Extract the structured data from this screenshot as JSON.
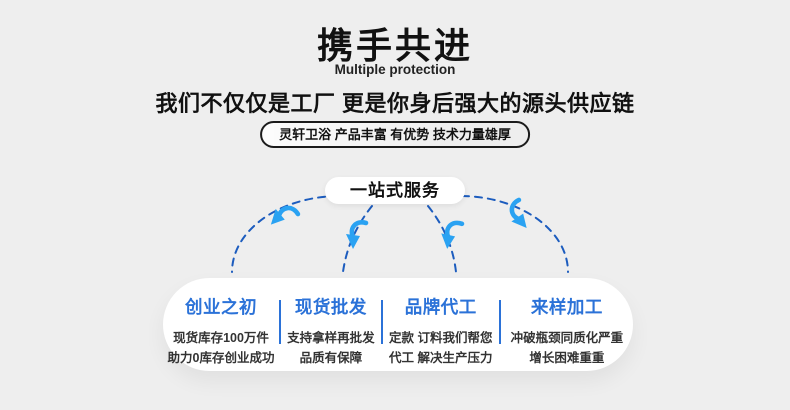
{
  "header": {
    "title": "携手共进",
    "subtitle": "Multiple protection",
    "headline": "我们不仅仅是工厂  更是你身后强大的源头供应链",
    "badge": "灵轩卫浴  产品丰富  有优势 技术力量雄厚"
  },
  "diagram": {
    "hub_label": "一站式服务"
  },
  "service_columns": [
    {
      "title": "创业之初",
      "lines": [
        "现货库存100万件",
        "助力0库存创业成功"
      ]
    },
    {
      "title": "现货批发",
      "lines": [
        "支持拿样再批发",
        "品质有保障"
      ]
    },
    {
      "title": "品牌代工",
      "lines": [
        "定款 订料我们帮您",
        "代工 解决生产压力"
      ]
    },
    {
      "title": "来样加工",
      "lines": [
        "冲破瓶颈同质化严重",
        "增长困难重重"
      ]
    }
  ],
  "colors": {
    "background": "#eeeeee",
    "panel": "#ffffff",
    "column_title_blue": "#2b72d8",
    "dashed_arc_blue": "#1c5cbe",
    "arrow_blue": "#2aa2f2",
    "text_dark": "#111111",
    "body_text": "#333333"
  }
}
